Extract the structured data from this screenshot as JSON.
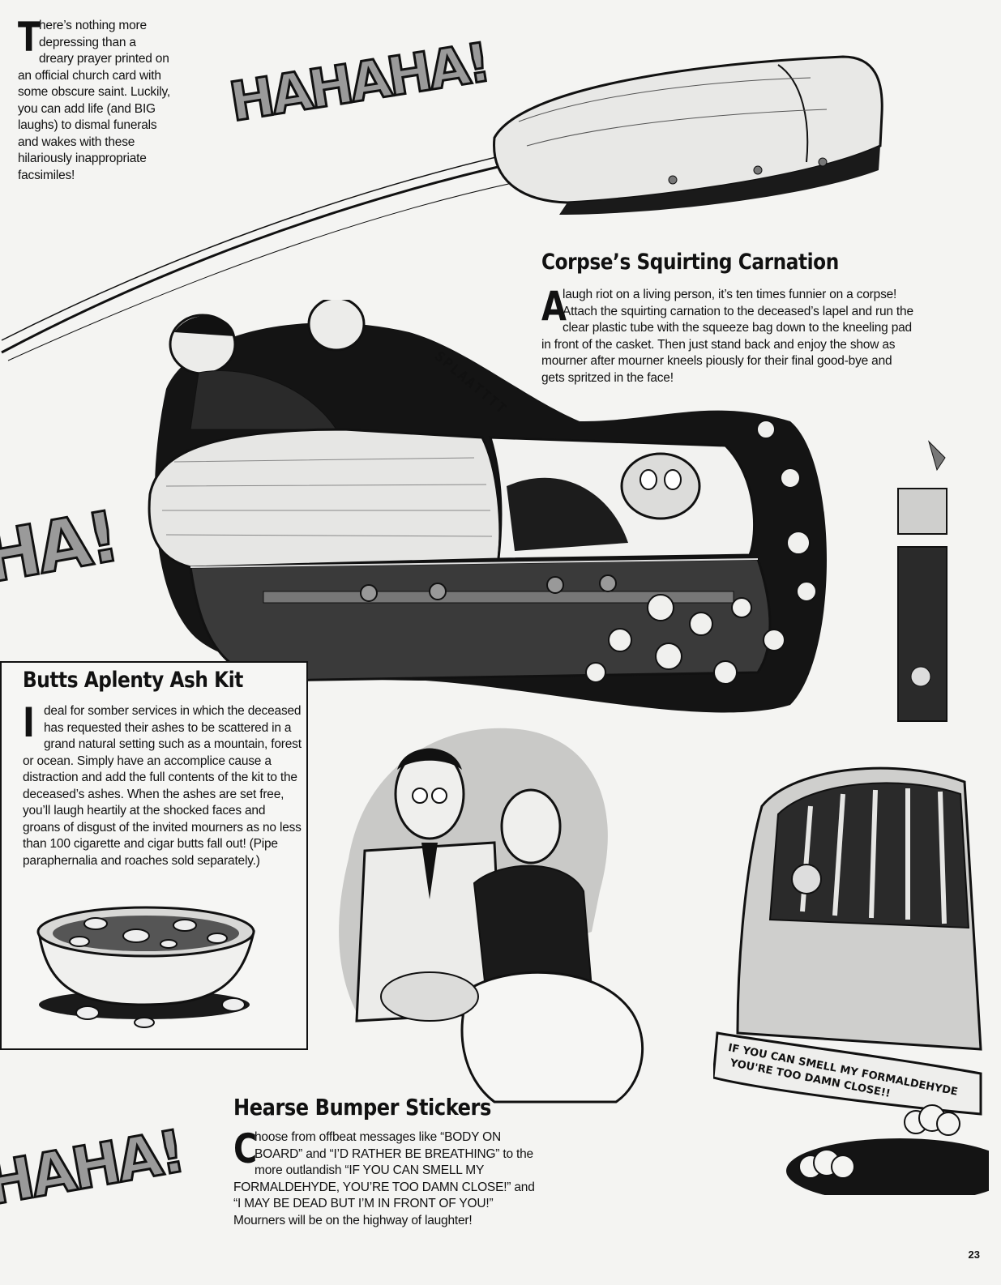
{
  "intro": {
    "dropcap": "T",
    "text": "here’s nothing more depressing than a dreary prayer printed on an official church card with some obscure saint. Luckily, you can add life (and BIG laughs) to dismal funerals and wakes with these hilariously inappropriate facsimiles!"
  },
  "exclamations": {
    "top": "HAHAHA!",
    "left": "HA!",
    "bottom": "HAHA!"
  },
  "carnation": {
    "title": "Corpse’s Squirting Carnation",
    "dropcap": "A",
    "text": "laugh riot on a living person, it’s ten times funnier on a corpse! Attach the squirting carnation to the deceased’s lapel and run the clear plastic tube with the squeeze bag down to the kneeling pad in front of the casket. Then just stand back and enjoy the show as mourner after mourner kneels piously for their final good-bye and gets spritzed in the face!",
    "sfx": "SPLAATTTT"
  },
  "ashkit": {
    "title": "Butts Aplenty Ash Kit",
    "dropcap": "I",
    "text": "deal for somber services in which the deceased has requested their ashes to be scattered in a grand natural setting such as a mountain, forest or ocean. Simply have an accomplice cause a distraction and add the full contents of the kit to the deceased’s ashes. When the ashes are set free, you’ll laugh heartily at the shocked faces and groans of disgust of the invited mourners as no less than 100 cigarette and cigar butts fall out! (Pipe paraphernalia and roaches sold separately.)"
  },
  "bumper": {
    "title": "Hearse Bumper Stickers",
    "dropcap": "C",
    "text": "hoose from offbeat messages like “BODY ON BOARD” and “I’D RATHER BE BREATHING” to the more outlandish “IF YOU CAN SMELL MY FORMALDEHYDE, YOU’RE TOO DAMN CLOSE!” and “I MAY BE DEAD BUT I’M IN FRONT OF YOU!” Mourners will be on the highway of laughter!",
    "sticker_line1": "IF YOU CAN SMELL MY FORMALDEHYDE",
    "sticker_line2": "YOU'RE TOO DAMN CLOSE!!"
  },
  "page_number": "23"
}
